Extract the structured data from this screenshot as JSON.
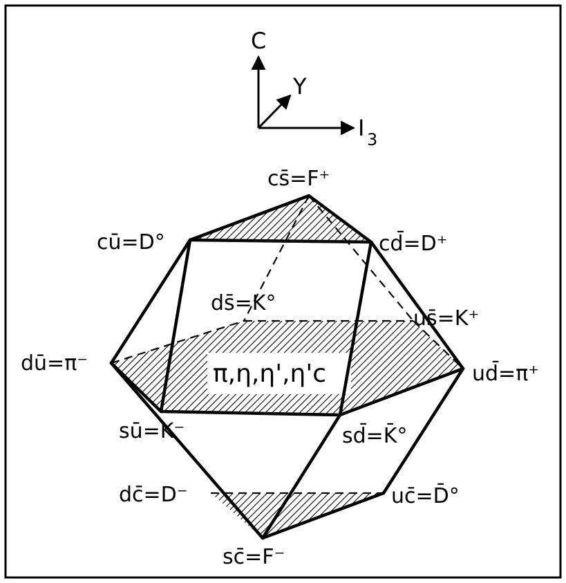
{
  "axes": {
    "vertical": "C",
    "diagonal": "Y",
    "horizontal": "I",
    "horizontal_sub": "3"
  },
  "center_label": "π,η,η',η'c",
  "states": {
    "top": "cs̄=F⁺",
    "upper_left": "cū=D°",
    "upper_right": "cd̄=D⁺",
    "back_left": "ds̄=K°",
    "back_right": "us̄=K⁺",
    "left": "dū=π⁻",
    "right": "ud̄=π⁺",
    "front_left": "sū=K⁻",
    "front_right": "sd̄=K̄°",
    "lower_left": "dc̄=D⁻",
    "lower_right": "uc̄=D̄°",
    "bottom": "sc̄=F⁻"
  },
  "colors": {
    "ink": "#000000",
    "paper": "#ffffff"
  }
}
